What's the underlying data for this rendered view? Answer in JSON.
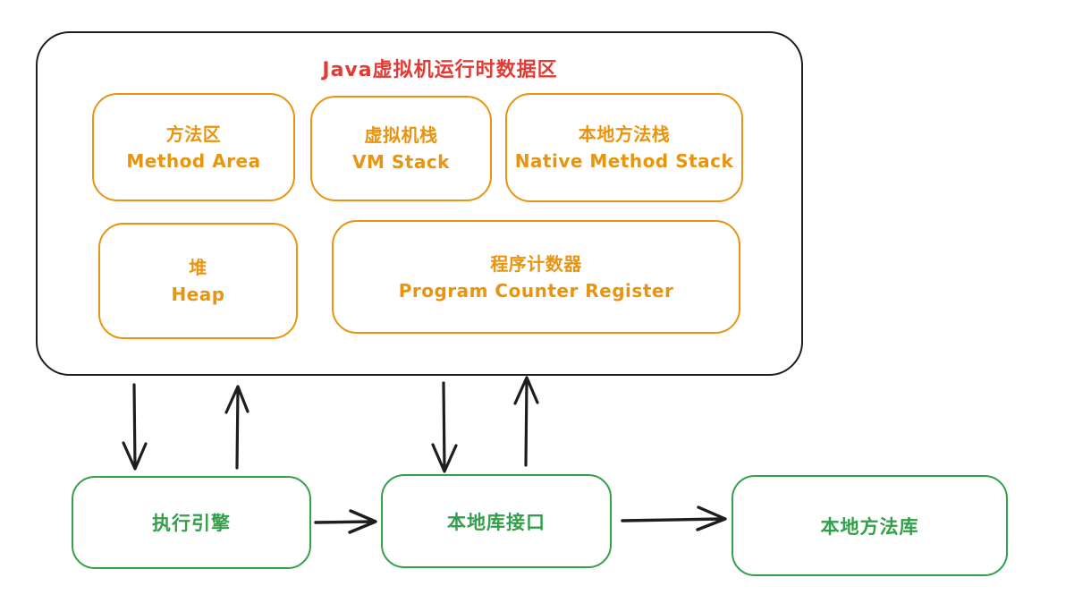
{
  "diagram": {
    "title": "Java虚拟机运行时数据区",
    "colors": {
      "title_red": "#e23b35",
      "outer_border_black": "#1e1e1e",
      "runtime_box_orange": "#e9940f",
      "bottom_box_green": "#32a04a",
      "arrow_black": "#1e1e1e",
      "background": "#ffffff"
    },
    "runtime_boxes": [
      {
        "id": "method-area",
        "zh": "方法区",
        "en": "Method Area"
      },
      {
        "id": "vm-stack",
        "zh": "虚拟机栈",
        "en": "VM Stack"
      },
      {
        "id": "native-method-stack",
        "zh": "本地方法栈",
        "en": "Native Method Stack"
      },
      {
        "id": "heap",
        "zh": "堆",
        "en": "Heap"
      },
      {
        "id": "program-counter-register",
        "zh": "程序计数器",
        "en": "Program Counter Register"
      }
    ],
    "bottom_boxes": [
      {
        "id": "execution-engine",
        "label": "执行引擎"
      },
      {
        "id": "native-library-interface",
        "label": "本地库接口"
      },
      {
        "id": "native-method-library",
        "label": "本地方法库"
      }
    ],
    "connections": [
      {
        "from": "jvm-runtime-data-area",
        "to": "execution-engine",
        "direction": "down"
      },
      {
        "from": "execution-engine",
        "to": "jvm-runtime-data-area",
        "direction": "up"
      },
      {
        "from": "jvm-runtime-data-area",
        "to": "native-library-interface",
        "direction": "down"
      },
      {
        "from": "native-library-interface",
        "to": "jvm-runtime-data-area",
        "direction": "up"
      },
      {
        "from": "execution-engine",
        "to": "native-library-interface",
        "direction": "right"
      },
      {
        "from": "native-library-interface",
        "to": "native-method-library",
        "direction": "right"
      }
    ]
  }
}
